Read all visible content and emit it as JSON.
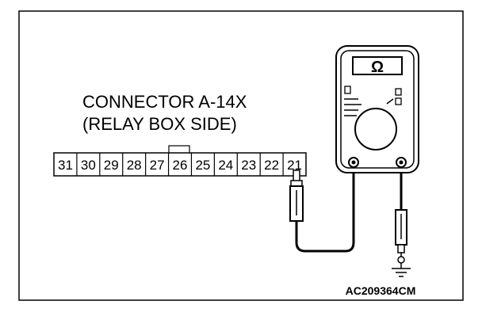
{
  "connector": {
    "title": "CONNECTOR A-14X",
    "subtitle": "(RELAY BOX SIDE)",
    "pins": [
      "31",
      "30",
      "29",
      "28",
      "27",
      "26",
      "25",
      "24",
      "23",
      "22",
      "21"
    ]
  },
  "meter": {
    "symbol": "Ω"
  },
  "figure_code": "AC209364CM"
}
